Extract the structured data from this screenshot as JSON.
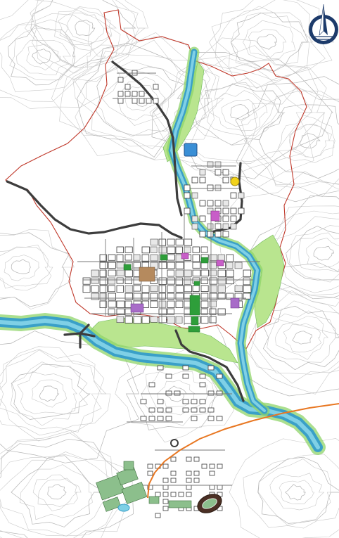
{
  "map": {
    "north_arrow_label": "",
    "colors": {
      "background": "#ffffff",
      "contour": "#c9c9c9",
      "boundary": "#c0392b",
      "road_main": "#3d3d3d",
      "street": "#555555",
      "river": "#3aa0c8",
      "river_light": "#7fd0e6",
      "riverbank_green": "#8fd46a",
      "park_green": "#2e9e3a",
      "meadow": "#b9e58f",
      "pitch_green": "#8cbf8c",
      "reservoir": "#3a8fd6",
      "plaza_brown": "#b58a5e",
      "magenta_zone": "#c85ec8",
      "purple_zone": "#a86cc8",
      "yellow_marker": "#f2d21a",
      "orange_route": "#e87722",
      "stadium_track": "#4b2f24"
    },
    "legend_items": [],
    "features": [
      {
        "id": "north-arrow",
        "kind": "symbol"
      },
      {
        "id": "municipal-boundary",
        "kind": "line"
      },
      {
        "id": "main-river",
        "kind": "water"
      },
      {
        "id": "tributary-west",
        "kind": "water"
      },
      {
        "id": "reservoir",
        "kind": "water"
      },
      {
        "id": "central-park",
        "kind": "green"
      },
      {
        "id": "stadium",
        "kind": "landmark"
      },
      {
        "id": "orange-route",
        "kind": "line"
      },
      {
        "id": "yellow-marker",
        "kind": "point"
      }
    ]
  }
}
